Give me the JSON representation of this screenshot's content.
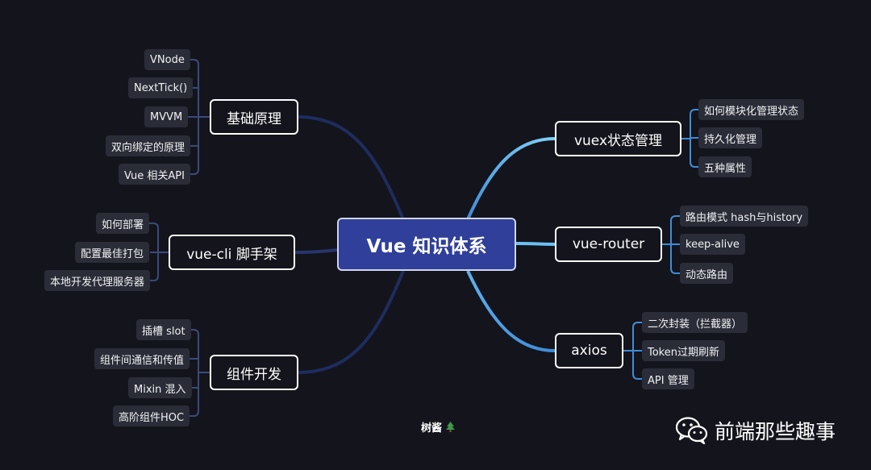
{
  "root": {
    "label": "Vue 知识体系"
  },
  "branches": {
    "basics": {
      "label": "基础原理",
      "items": [
        "VNode",
        "NextTick()",
        "MVVM",
        "双向绑定的原理",
        "Vue 相关API"
      ]
    },
    "cli": {
      "label": "vue-cli 脚手架",
      "items": [
        "如何部署",
        "配置最佳打包",
        "本地开发代理服务器"
      ]
    },
    "components": {
      "label": "组件开发",
      "items": [
        "插槽 slot",
        "组件间通信和传值",
        "Mixin 混入",
        "高阶组件HOC"
      ]
    },
    "vuex": {
      "label": "vuex状态管理",
      "items": [
        "如何模块化管理状态",
        "持久化管理",
        "五种属性"
      ]
    },
    "router": {
      "label": "vue-router",
      "items": [
        "路由模式 hash与history",
        "keep-alive",
        "动态路由"
      ]
    },
    "axios": {
      "label": "axios",
      "items": [
        "二次封装（拦截器）",
        "Token过期刷新",
        "API 管理"
      ]
    }
  },
  "watermark": {
    "text": "树酱",
    "icon": "tree-icon"
  },
  "brand": {
    "text": "前端那些趣事",
    "icon": "wechat-icon"
  },
  "colors": {
    "background": "#14141c",
    "root_fill": "#2f3f9a",
    "left_connector": "#1e2d5e",
    "right_connector_top": "#7fd0f5",
    "right_connector_bottom": "#3f8cd8",
    "leaf_fill": "#2a2c38"
  }
}
